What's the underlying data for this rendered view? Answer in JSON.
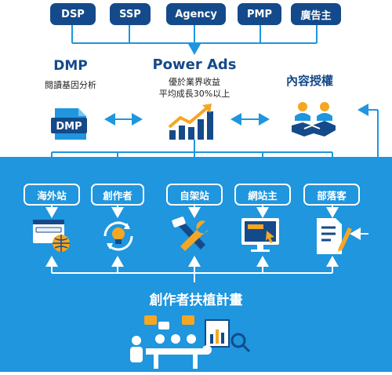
{
  "top_sources": [
    "DSP",
    "SSP",
    "Agency",
    "PMP",
    "廣告主"
  ],
  "dmp": {
    "title": "DMP",
    "subtitle": "閱讀基因分析",
    "icon_label": "DMP"
  },
  "power_ads": {
    "title": "Power Ads",
    "line1": "優於業界收益",
    "line2": "平均成長30%以上"
  },
  "content_licensing": {
    "title": "內容授權"
  },
  "channels": [
    "海外站",
    "創作者",
    "自架站",
    "網站主",
    "部落客"
  ],
  "program_title": "創作者扶植計畫",
  "icons": {
    "dmp": "dmp-monitor-icon",
    "power_ads": "growth-chart-icon",
    "content_licensing": "handshake-icon",
    "overseas": "world-site-icon",
    "creator": "lightbulb-idea-icon",
    "self_hosted": "tools-icon",
    "site_owner": "monitor-click-icon",
    "blogger": "document-pen-icon",
    "program": "team-meeting-icon"
  },
  "colors": {
    "navy": "#154a8a",
    "blue": "#1f96de",
    "orange": "#f5a623"
  }
}
